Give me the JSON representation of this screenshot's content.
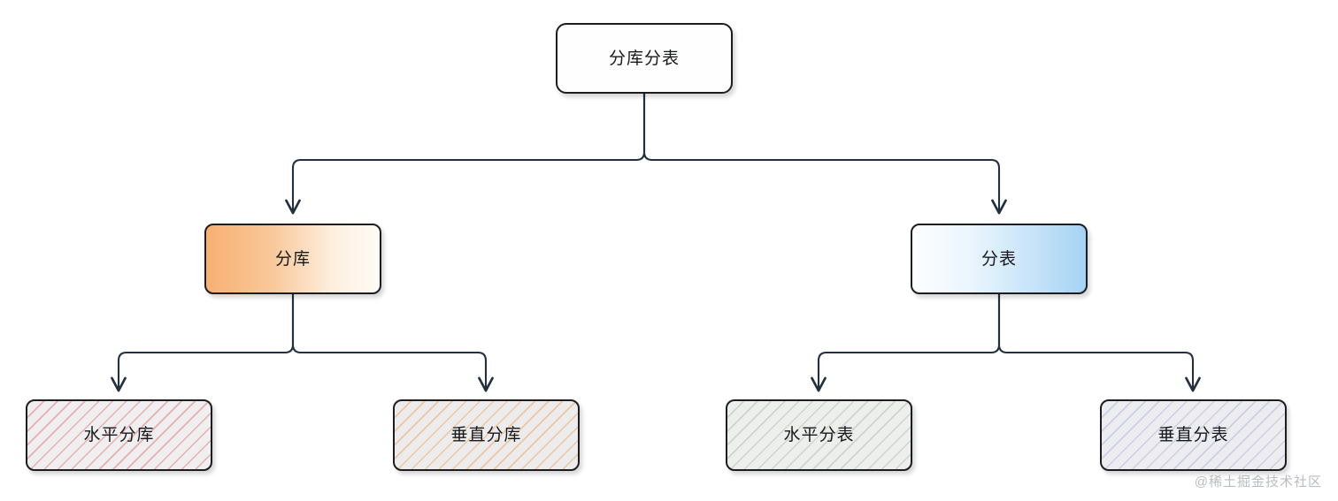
{
  "diagram": {
    "type": "tree",
    "title": "分库分表",
    "orientation": "top-down",
    "edge_color": "#22303f",
    "node_border_color": "#1d1d20",
    "background": "#ffffff",
    "nodes": [
      {
        "id": "root",
        "label": "分库分表",
        "level": 0,
        "fill": "#fefefe",
        "fill_style": "solid"
      },
      {
        "id": "fenku",
        "label": "分库",
        "level": 1,
        "fill": "#f6b072",
        "fill_style": "gradient-orange-left-to-white-right"
      },
      {
        "id": "fenbiao",
        "label": "分表",
        "level": 1,
        "fill": "#a5d3f4",
        "fill_style": "gradient-white-left-to-blue-right"
      },
      {
        "id": "shuiping-fenku",
        "label": "水平分库",
        "level": 2,
        "parent": "fenku",
        "fill": "#efefef",
        "fill_style": "hatch-pink",
        "hatch_color": "#e27680"
      },
      {
        "id": "chuizhi-fenku",
        "label": "垂直分库",
        "level": 2,
        "parent": "fenku",
        "fill": "#ececed",
        "fill_style": "hatch-orange",
        "hatch_color": "#eca04e"
      },
      {
        "id": "shuiping-fenbiao",
        "label": "水平分表",
        "level": 2,
        "parent": "fenbiao",
        "fill": "#edefed",
        "fill_style": "hatch-green",
        "hatch_color": "#96aa96"
      },
      {
        "id": "chuizhi-fenbiao",
        "label": "垂直分表",
        "level": 2,
        "parent": "fenbiao",
        "fill": "#ededf1",
        "fill_style": "hatch-blue",
        "hatch_color": "#969ec4"
      }
    ],
    "edges": [
      {
        "from": "root",
        "to": "fenku",
        "arrow": "open-v"
      },
      {
        "from": "root",
        "to": "fenbiao",
        "arrow": "open-v"
      },
      {
        "from": "fenku",
        "to": "shuiping-fenku",
        "arrow": "open-v"
      },
      {
        "from": "fenku",
        "to": "chuizhi-fenku",
        "arrow": "open-v"
      },
      {
        "from": "fenbiao",
        "to": "shuiping-fenbiao",
        "arrow": "open-v"
      },
      {
        "from": "fenbiao",
        "to": "chuizhi-fenbiao",
        "arrow": "open-v"
      }
    ]
  },
  "watermark": {
    "text": "@稀土掘金技术社区",
    "color": "#b9bcc2"
  }
}
